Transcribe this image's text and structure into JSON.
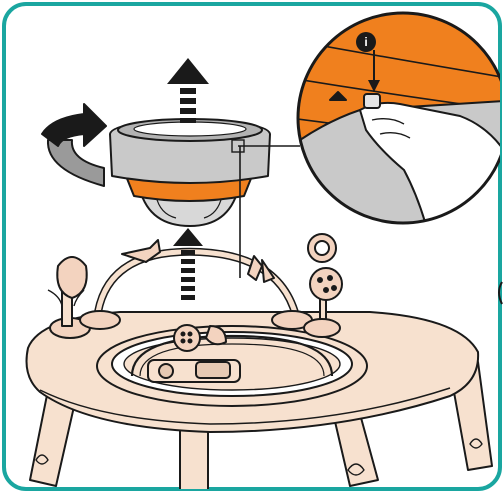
{
  "figure": {
    "frame_color": "#1aa6a0",
    "accent_orange": "#f0801e",
    "seat_gray": "#c9c9c9",
    "base_peach": "#f7e1cf",
    "line_color": "#1a1a1a"
  },
  "callout": {
    "marker_label": "i",
    "marker_color": "#1a1a1a"
  },
  "steps": [
    {
      "action": "rotate-seat",
      "icon": "curved-rotate-arrow-icon"
    },
    {
      "action": "lift-seat",
      "icon": "up-arrow-icon"
    },
    {
      "action": "lift-from-base",
      "icon": "up-arrow-icon"
    }
  ]
}
